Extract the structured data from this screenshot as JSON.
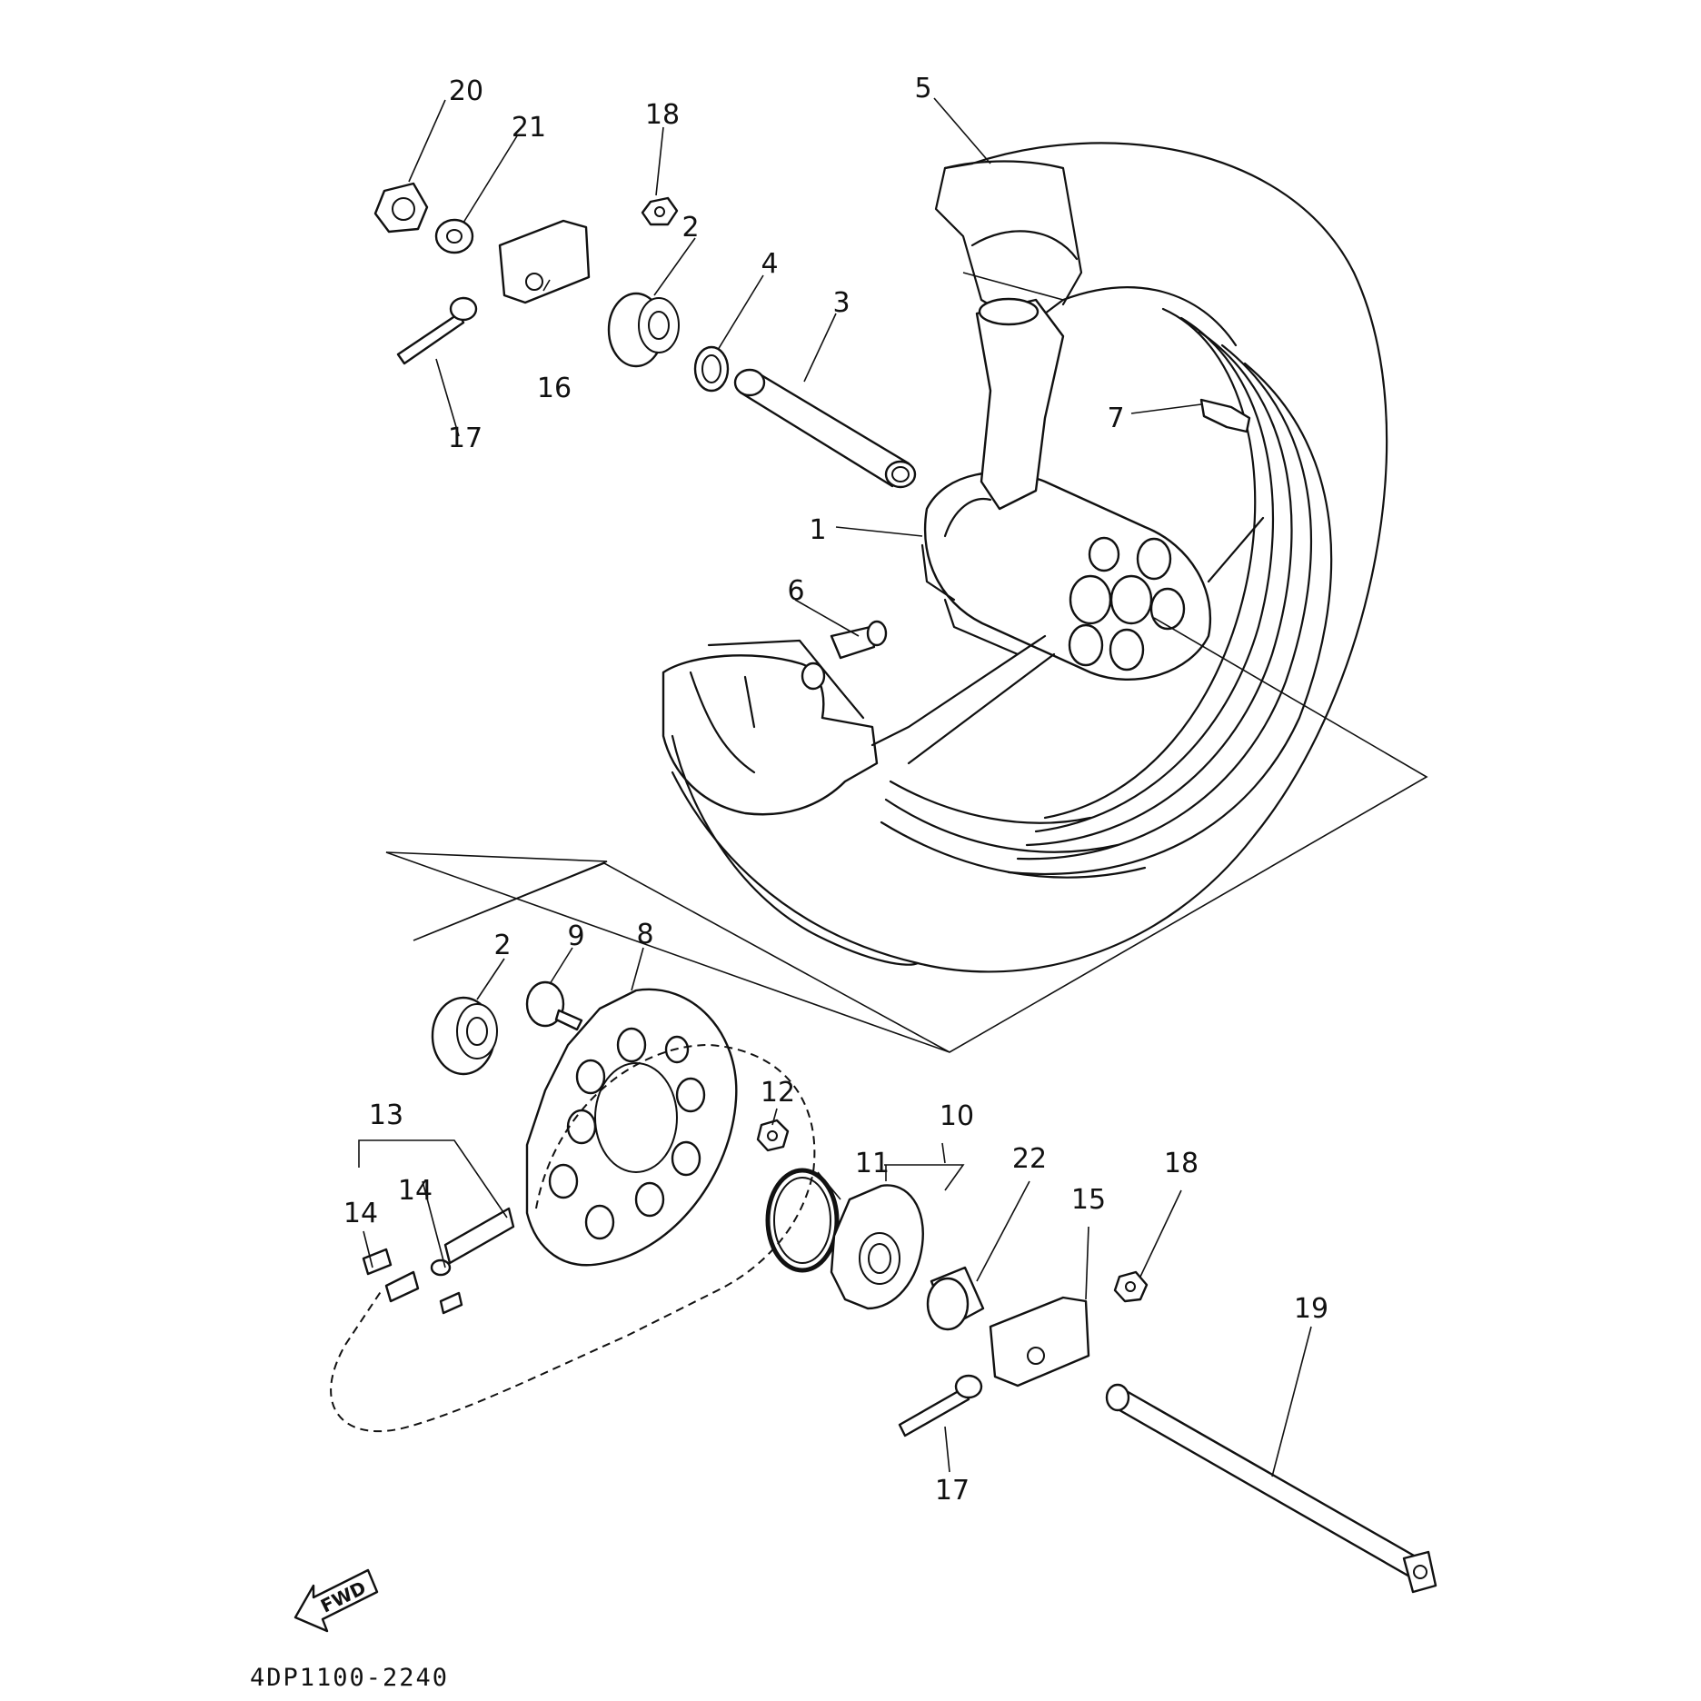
{
  "diagram": {
    "part_code": "4DP1100-2240",
    "fwd_label": "FWD",
    "callouts": {
      "p1": "1",
      "p2a": "2",
      "p2b": "2",
      "p3": "3",
      "p4": "4",
      "p5": "5",
      "p6": "6",
      "p7": "7",
      "p8": "8",
      "p9": "9",
      "p10": "10",
      "p11": "11",
      "p12": "12",
      "p13": "13",
      "p14a": "14",
      "p14b": "14",
      "p15": "15",
      "p16": "16",
      "p17a": "17",
      "p17b": "17",
      "p18a": "18",
      "p18b": "18",
      "p19": "19",
      "p20": "20",
      "p21": "21",
      "p22": "22"
    }
  }
}
